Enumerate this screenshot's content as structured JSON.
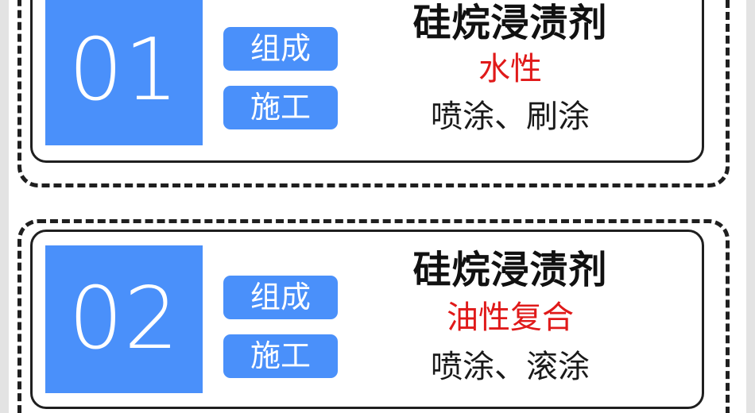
{
  "theme": {
    "accent_blue": "#4a90fa",
    "highlight_red": "#e01919",
    "border_black": "#1f1f1f",
    "edge_gray": "#e3e3e3",
    "page_background": "#ffffff"
  },
  "labels": {
    "composition": "组成",
    "construction": "施工"
  },
  "cards": [
    {
      "number": "01",
      "title": "硅烷浸渍剂",
      "composition": "水性",
      "construction": "喷涂、刷涂"
    },
    {
      "number": "02",
      "title": "硅烷浸渍剂",
      "composition": "油性复合",
      "construction": "喷涂、滚涂"
    }
  ]
}
